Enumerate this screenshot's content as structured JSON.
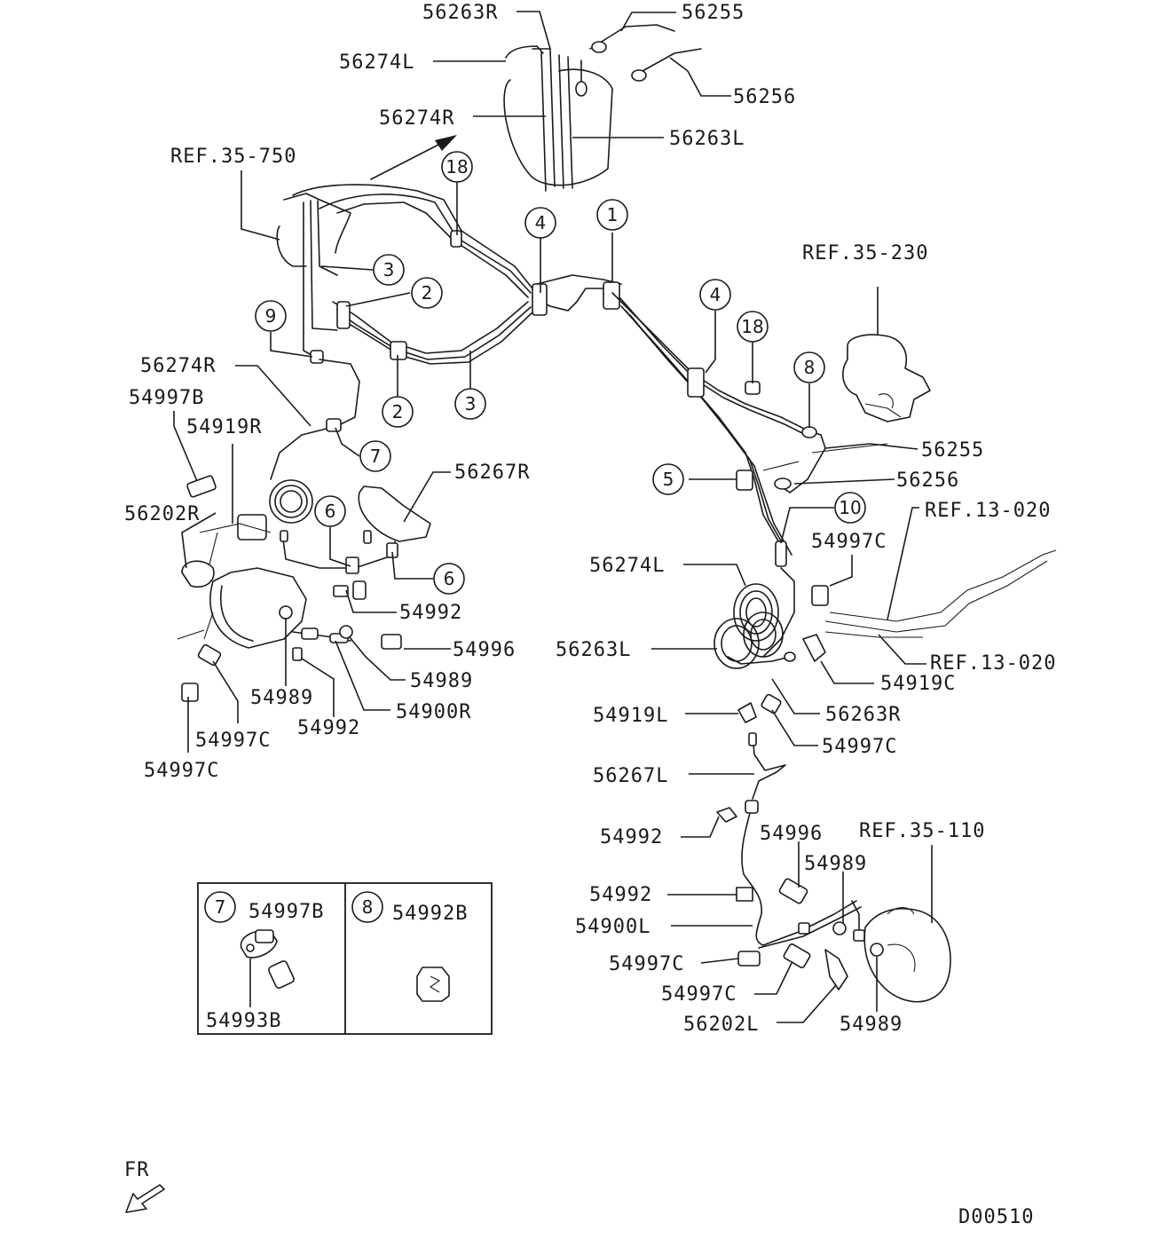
{
  "diagram": {
    "part_labels": [
      {
        "id": "56263R_top",
        "text": "56263R"
      },
      {
        "id": "56255_top",
        "text": "56255"
      },
      {
        "id": "56274L_top",
        "text": "56274L"
      },
      {
        "id": "56256_top",
        "text": "56256"
      },
      {
        "id": "56274R_top",
        "text": "56274R"
      },
      {
        "id": "56263L_top",
        "text": "56263L"
      },
      {
        "id": "ref35750",
        "text": "REF.35-750"
      },
      {
        "id": "ref35230",
        "text": "REF.35-230"
      },
      {
        "id": "56274R_left",
        "text": "56274R"
      },
      {
        "id": "54997B_left",
        "text": "54997B"
      },
      {
        "id": "54919R",
        "text": "54919R"
      },
      {
        "id": "56267R",
        "text": "56267R"
      },
      {
        "id": "56202R",
        "text": "56202R"
      },
      {
        "id": "54992_a",
        "text": "54992"
      },
      {
        "id": "54996_a",
        "text": "54996"
      },
      {
        "id": "54989_a",
        "text": "54989"
      },
      {
        "id": "54989_b",
        "text": "54989"
      },
      {
        "id": "54900R",
        "text": "54900R"
      },
      {
        "id": "54992_b",
        "text": "54992"
      },
      {
        "id": "54997C_a",
        "text": "54997C"
      },
      {
        "id": "54997C_b",
        "text": "54997C"
      },
      {
        "id": "56255_right",
        "text": "56255"
      },
      {
        "id": "56256_right",
        "text": "56256"
      },
      {
        "id": "ref13020_a",
        "text": "REF.13-020"
      },
      {
        "id": "ref13020_b",
        "text": "REF.13-020"
      },
      {
        "id": "54997C_c",
        "text": "54997C"
      },
      {
        "id": "56274L_mid",
        "text": "56274L"
      },
      {
        "id": "56263L_mid",
        "text": "56263L"
      },
      {
        "id": "54919C",
        "text": "54919C"
      },
      {
        "id": "56263R_mid",
        "text": "56263R"
      },
      {
        "id": "54919L",
        "text": "54919L"
      },
      {
        "id": "54997C_d",
        "text": "54997C"
      },
      {
        "id": "56267L",
        "text": "56267L"
      },
      {
        "id": "54992_c",
        "text": "54992"
      },
      {
        "id": "54996_b",
        "text": "54996"
      },
      {
        "id": "ref35110",
        "text": "REF.35-110"
      },
      {
        "id": "54989_c",
        "text": "54989"
      },
      {
        "id": "54992_d",
        "text": "54992"
      },
      {
        "id": "54900L",
        "text": "54900L"
      },
      {
        "id": "54997C_e",
        "text": "54997C"
      },
      {
        "id": "54997C_f",
        "text": "54997C"
      },
      {
        "id": "56202L",
        "text": "56202L"
      },
      {
        "id": "54989_d",
        "text": "54989"
      }
    ],
    "callouts": [
      {
        "id": "c18_top",
        "num": "18"
      },
      {
        "id": "c4_top",
        "num": "4"
      },
      {
        "id": "c1",
        "num": "1"
      },
      {
        "id": "c3_top",
        "num": "3"
      },
      {
        "id": "c2_top",
        "num": "2"
      },
      {
        "id": "c9",
        "num": "9"
      },
      {
        "id": "c2_bot",
        "num": "2"
      },
      {
        "id": "c3_bot",
        "num": "3"
      },
      {
        "id": "c7",
        "num": "7"
      },
      {
        "id": "c6_a",
        "num": "6"
      },
      {
        "id": "c6_b",
        "num": "6"
      },
      {
        "id": "c4_right",
        "num": "4"
      },
      {
        "id": "c18_right",
        "num": "18"
      },
      {
        "id": "c8",
        "num": "8"
      },
      {
        "id": "c5",
        "num": "5"
      },
      {
        "id": "c10",
        "num": "10"
      }
    ],
    "inset": {
      "box7": {
        "num": "7",
        "labels": [
          "54997B",
          "54993B"
        ]
      },
      "box8": {
        "num": "8",
        "labels": [
          "54992B"
        ]
      }
    },
    "direction_label": "FR",
    "diagram_code": "D00510"
  }
}
